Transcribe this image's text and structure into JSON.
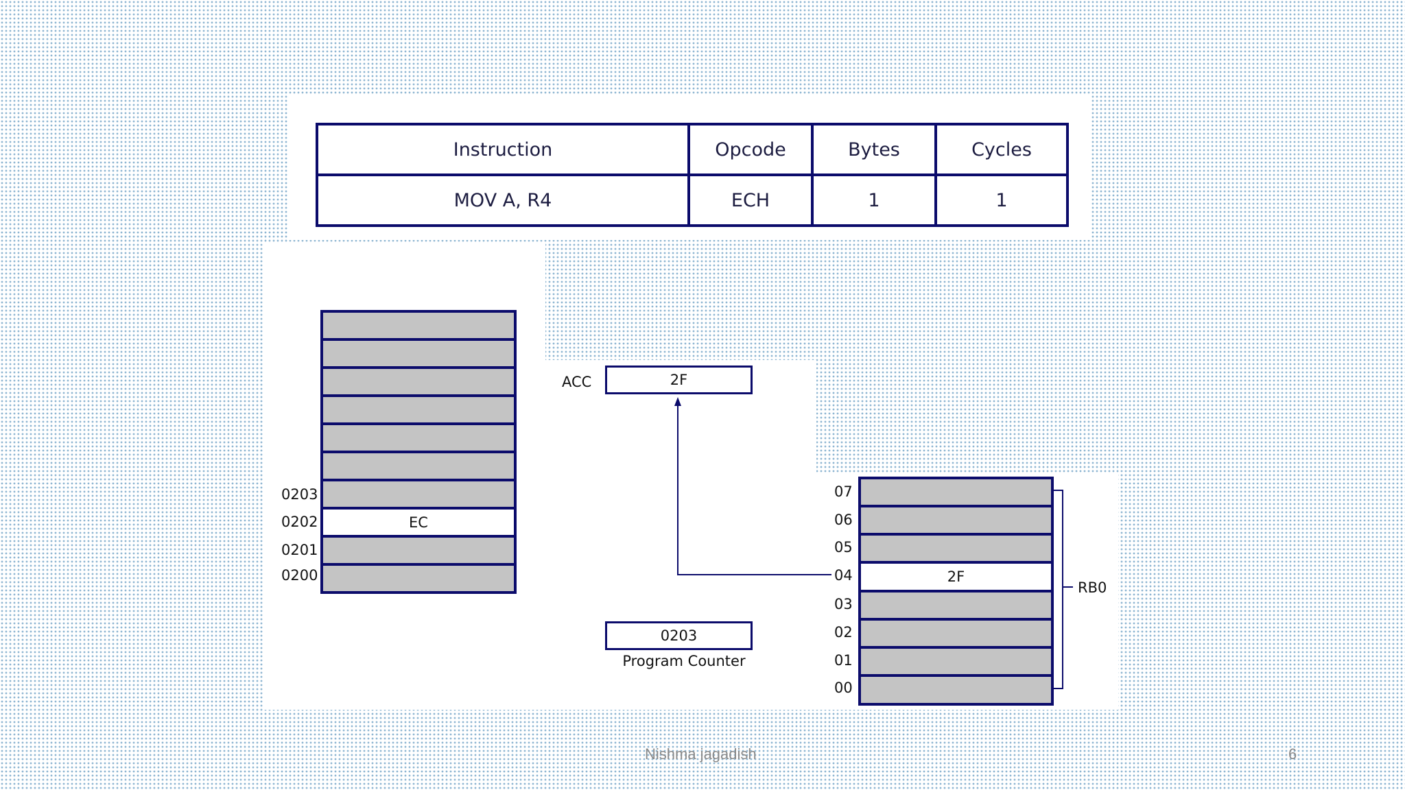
{
  "table": {
    "headers": [
      "Instruction",
      "Opcode",
      "Bytes",
      "Cycles"
    ],
    "row": [
      "MOV A, R4",
      "ECH",
      "1",
      "1"
    ]
  },
  "program_memory": {
    "addresses": [
      "0203",
      "0202",
      "0201",
      "0200"
    ],
    "highlighted_value": "EC"
  },
  "acc": {
    "label": "ACC",
    "value": "2F"
  },
  "program_counter": {
    "value": "0203",
    "label": "Program Counter"
  },
  "register_bank": {
    "addresses": [
      "07",
      "06",
      "05",
      "04",
      "03",
      "02",
      "01",
      "00"
    ],
    "highlighted_value": "2F",
    "bank_label": "RB0"
  },
  "footer": {
    "author": "Nishma jagadish",
    "page_number": "6"
  },
  "colors": {
    "border": "#0b0b6b",
    "cell_fill": "#c4c4c4",
    "dots": "#8fb6d2"
  }
}
